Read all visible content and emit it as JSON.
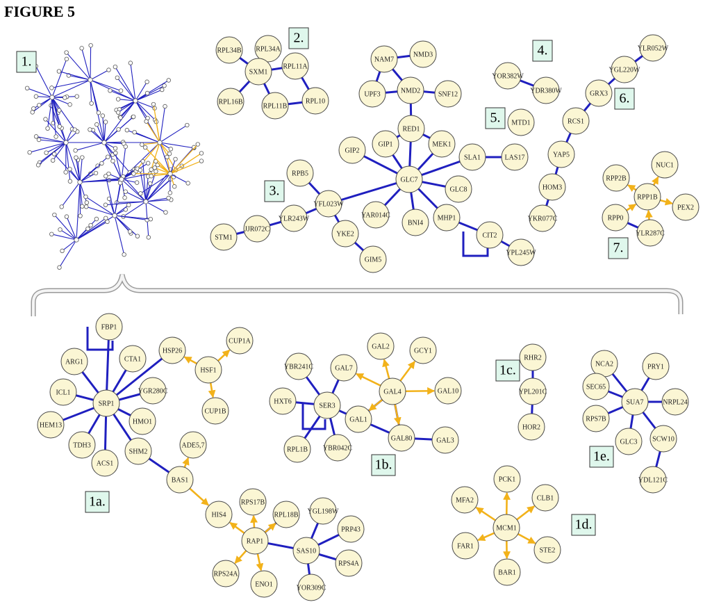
{
  "figure_title": "FIGURE 5",
  "panel_labels": [
    "1.",
    "2.",
    "3.",
    "4.",
    "5.",
    "6.",
    "7.",
    "1a.",
    "1b.",
    "1c.",
    "1d.",
    "1e."
  ],
  "colors": {
    "physical_edge": "#1f1fbf",
    "directed_edge": "#f2b21a",
    "node_fill": "#fbf6d4",
    "label_box": "#dff7ec"
  },
  "nodes": [
    "RPL34A",
    "RPL34B",
    "SXM1",
    "RPL11A",
    "RPL16B",
    "RPL11B",
    "RPL10",
    "NAM7",
    "NMD3",
    "UPF3",
    "NMD2",
    "SNF12",
    "RED1",
    "GIP2",
    "GIP1",
    "MEK1",
    "GLC7",
    "SLA1",
    "LAS17",
    "GLC8",
    "RPB5",
    "YFL023W",
    "YLR243W",
    "JJR072C",
    "STM1",
    "YKE2",
    "GIM5",
    "YAR014C",
    "BNI4",
    "MHP1",
    "CIT2",
    "YPL245W",
    "YOR382W",
    "YDR380W",
    "MTD1",
    "YLR052W",
    "YGL220W",
    "GRX3",
    "RCS1",
    "YAP5",
    "HOM3",
    "YKR077C",
    "NUC1",
    "RPP2B",
    "RPP1B",
    "PEX2",
    "RPP0",
    "YLR287C",
    "FBP1",
    "ARG1",
    "CTA1",
    "HSP26",
    "CUP1A",
    "HSF1",
    "ICL1",
    "SRP1",
    "YGR280C",
    "CUP1B",
    "HEM13",
    "HMO1",
    "TDH3",
    "ACS1",
    "SHM2",
    "ADE5,7",
    "BAS1",
    "HIS4",
    "RPS17B",
    "RPL18B",
    "YGL198W",
    "PRP43",
    "RAP1",
    "SAS10",
    "RPS4A",
    "RPS24A",
    "ENO1",
    "YOR309C",
    "GAL2",
    "GCY1",
    "YBR241C",
    "GAL7",
    "GAL4",
    "GAL10",
    "HXT6",
    "SER3",
    "GAL1",
    "RPL1B",
    "YBR042C",
    "GAL80",
    "GAL3",
    "RHR2",
    "YPL201C",
    "HOR2",
    "PCK1",
    "MFA2",
    "CLB1",
    "MCM1",
    "FAR1",
    "STE2",
    "BAR1",
    "NCA2",
    "PRY1",
    "SEC65",
    "SUA7",
    "NRPL24",
    "RPS7B",
    "GLC3",
    "SCW10",
    "YDL121C"
  ]
}
